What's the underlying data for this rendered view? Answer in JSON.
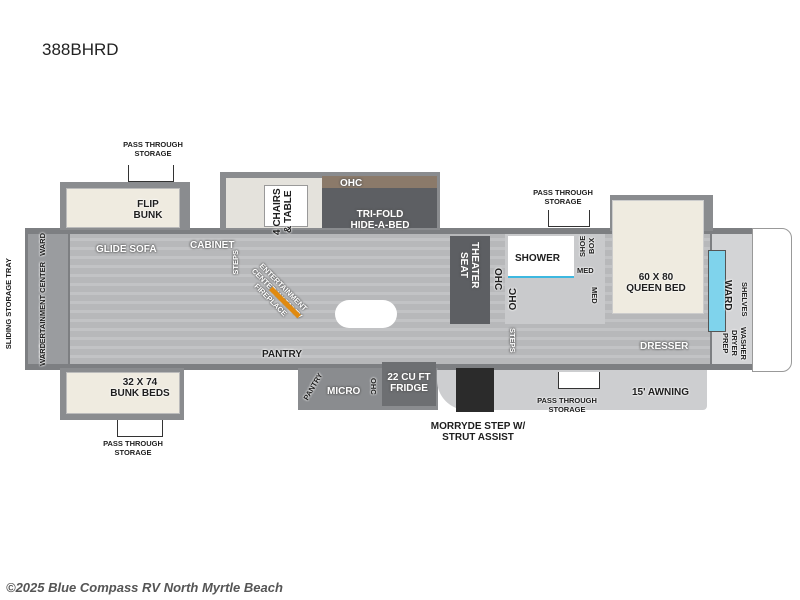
{
  "title": "388BHRD",
  "labels": {
    "pass_through_storage": "PASS THROUGH STORAGE",
    "flip_bunk": "FLIP BUNK",
    "glide_sofa": "GLIDE SOFA",
    "cabinet": "CABINET",
    "ward": "WARD",
    "entertainment_center": "ENTERTAINMENT CENTER",
    "sliding_storage_tray": "SLIDING STORAGE TRAY",
    "steps": "STEPS",
    "entertainment_center_fireplace": "ENTERTAINMENT CENTER W/ 50\" TV FIREPLACE",
    "pantry": "PANTRY",
    "bunk_beds": "32 X 74 BUNK BEDS",
    "chairs_table": "4 CHAIRS & TABLE",
    "ohc": "OHC",
    "hide_a_bed": "TRI-FOLD HIDE-A-BED",
    "theater_seat": "THEATER SEAT",
    "micro": "MICRO",
    "fridge": "22 CU FT FRIDGE",
    "morryde_step": "MORRYDE STEP W/ STRUT ASSIST",
    "shower": "SHOWER",
    "shoe_box": "SHOE BOX",
    "med": "MED",
    "queen_bed": "60 X 80 QUEEN BED",
    "dresser": "DRESSER",
    "awning": "15' AWNING",
    "shelves": "SHELVES",
    "washer_dryer_prep": "WASHER DRYER PREP"
  },
  "copyright": "©2025 Blue Compass RV North Myrtle Beach"
}
